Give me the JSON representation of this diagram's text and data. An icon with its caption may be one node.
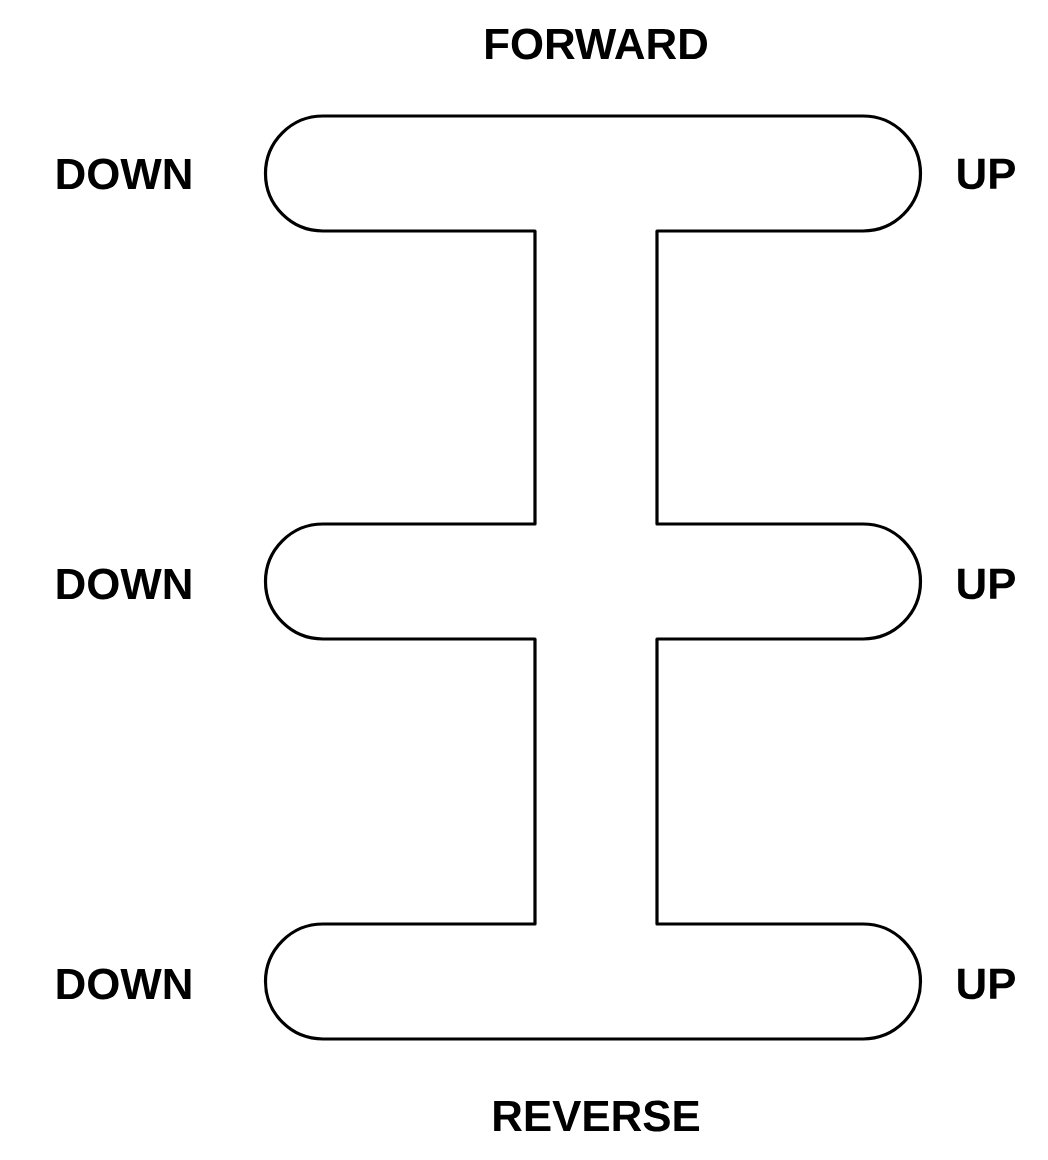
{
  "diagram": {
    "labels": [
      "FORWARD",
      "DOWN",
      "UP",
      "DOWN",
      "UP",
      "DOWN",
      "UP",
      "REVERSE"
    ]
  }
}
